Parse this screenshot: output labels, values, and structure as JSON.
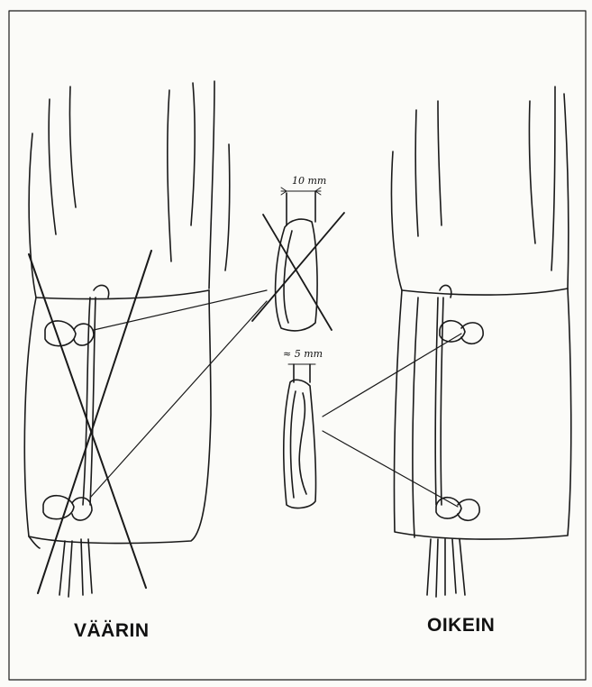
{
  "labels": {
    "wrong": "VÄÄRIN",
    "right": "OIKEIN",
    "dim_wide": "10 mm",
    "dim_narrow": "≈ 5 mm"
  },
  "colors": {
    "ink": "#1a1a1a",
    "paper": "#fbfbf8"
  }
}
